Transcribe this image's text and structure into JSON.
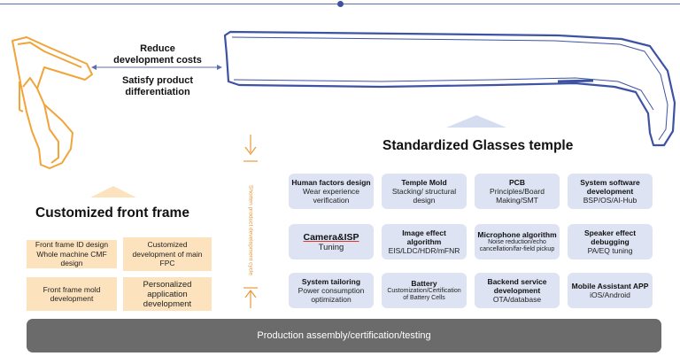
{
  "center_note": {
    "line1": "Reduce",
    "line2": "development costs",
    "line3": "Satisfy product",
    "line4": "differentiation"
  },
  "left": {
    "heading": "Customized front frame",
    "boxes": [
      {
        "text": "Front frame ID design Whole machine CMF design"
      },
      {
        "text": "Customized development of main FPC"
      },
      {
        "text": "Front frame mold development"
      },
      {
        "text": "Personalized application development"
      }
    ]
  },
  "right": {
    "heading": "Standardized Glasses temple",
    "boxes": [
      {
        "title": "Human factors design",
        "sub": "Wear experience verification"
      },
      {
        "title": "Temple Mold",
        "sub": "Stacking/ structural design"
      },
      {
        "title": "PCB",
        "sub": "Principles/Board Making/SMT"
      },
      {
        "title": "System software development",
        "sub": "BSP/OS/AI-Hub"
      },
      {
        "title": "Camera&ISP",
        "sub": "Tuning"
      },
      {
        "title": "Image effect algorithm",
        "sub": "EIS/LDC/HDR/mFNR"
      },
      {
        "title": "Microphone algorithm",
        "sub": "Noise reduction/echo cancellation/far-field pickup"
      },
      {
        "title": "Speaker effect debugging",
        "sub": "PA/EQ tuning"
      },
      {
        "title": "System tailoring",
        "sub": "Power consumption optimization"
      },
      {
        "title": "Battery",
        "sub": "Customization/Certification of Battery Cells"
      },
      {
        "title": "Backend service development",
        "sub": "OTA/database"
      },
      {
        "title": "Mobile Assistant APP",
        "sub": "iOS/Android"
      }
    ]
  },
  "cycle_label": "Shorten product development cycle",
  "bottom_bar": "Production assembly/certification/testing",
  "colors": {
    "orange_box": "#fde3bd",
    "blue_box": "#dde3f2",
    "frame_line": "#f0a43a",
    "temple_line": "#3d52a3",
    "bar": "#6b6b6b"
  }
}
